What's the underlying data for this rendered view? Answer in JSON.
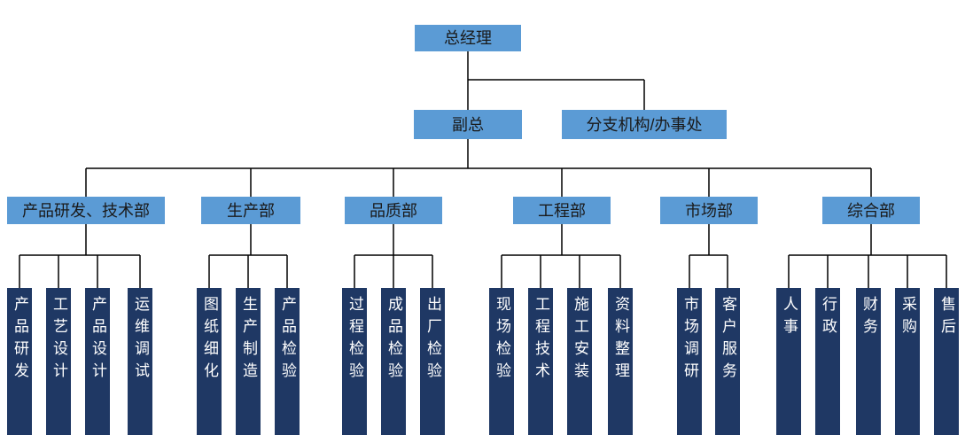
{
  "chart": {
    "root": {
      "label": "总经理"
    },
    "level2": [
      {
        "label": "副总"
      },
      {
        "label": "分支机构/办事处"
      }
    ],
    "departments": [
      {
        "label": "产品研发、技术部",
        "children": [
          "产品研发",
          "工艺设计",
          "产品设计",
          "运维调试"
        ]
      },
      {
        "label": "生产部",
        "children": [
          "图纸细化",
          "生产制造",
          "产品检验"
        ]
      },
      {
        "label": "品质部",
        "children": [
          "过程检验",
          "成品检验",
          "出厂检验"
        ]
      },
      {
        "label": "工程部",
        "children": [
          "现场检验",
          "工程技术",
          "施工安装",
          "资料整理"
        ]
      },
      {
        "label": "市场部",
        "children": [
          "市场调研",
          "客户服务"
        ]
      },
      {
        "label": "综合部",
        "children": [
          "人事",
          "行政",
          "财务",
          "采购",
          "售后"
        ]
      }
    ],
    "colors": {
      "primary": "#5b9bd5",
      "dark": "#1f3864",
      "line": "#000000",
      "text_dark": "#1a1a1a",
      "text_light": "#ffffff"
    }
  }
}
